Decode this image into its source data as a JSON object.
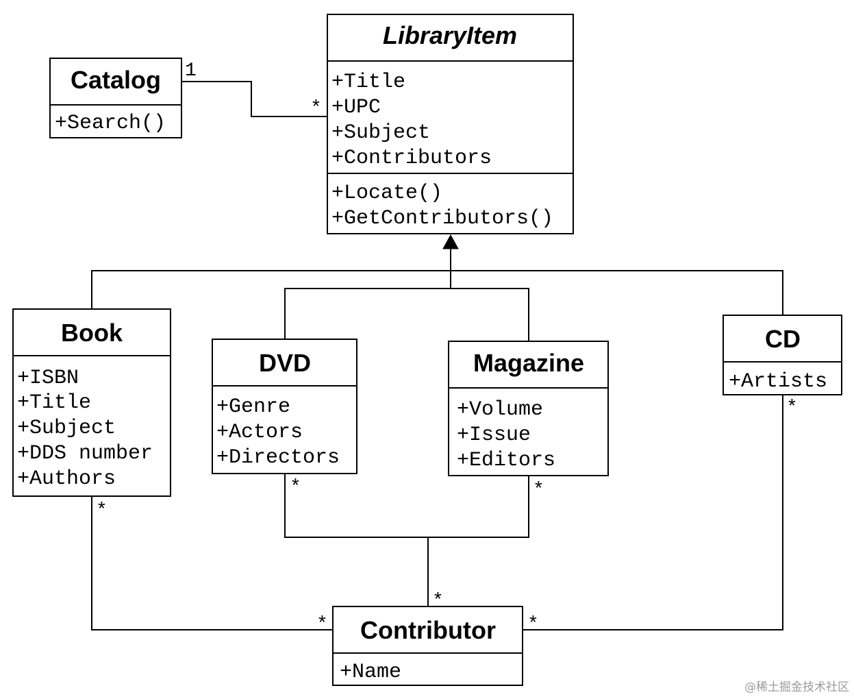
{
  "classes": {
    "library_item": {
      "name": "LibraryItem",
      "abstract": true,
      "attributes": [
        "+Title",
        "+UPC",
        "+Subject",
        "+Contributors"
      ],
      "operations": [
        "+Locate()",
        "+GetContributors()"
      ]
    },
    "catalog": {
      "name": "Catalog",
      "attributes": [],
      "operations": [
        "+Search()"
      ]
    },
    "book": {
      "name": "Book",
      "attributes": [
        "+ISBN",
        "+Title",
        "+Subject",
        "+DDS number",
        "+Authors"
      ],
      "operations": []
    },
    "dvd": {
      "name": "DVD",
      "attributes": [
        "+Genre",
        "+Actors",
        "+Directors"
      ],
      "operations": []
    },
    "magazine": {
      "name": "Magazine",
      "attributes": [
        "+Volume",
        "+Issue",
        "+Editors"
      ],
      "operations": []
    },
    "cd": {
      "name": "CD",
      "attributes": [
        "+Artists"
      ],
      "operations": []
    },
    "contributor": {
      "name": "Contributor",
      "attributes": [
        "+Name"
      ],
      "operations": []
    }
  },
  "relationships": [
    {
      "type": "association",
      "from": "Catalog",
      "to": "LibraryItem",
      "from_multiplicity": "1",
      "to_multiplicity": "*"
    },
    {
      "type": "generalization",
      "from": "Book",
      "to": "LibraryItem"
    },
    {
      "type": "generalization",
      "from": "DVD",
      "to": "LibraryItem"
    },
    {
      "type": "generalization",
      "from": "Magazine",
      "to": "LibraryItem"
    },
    {
      "type": "generalization",
      "from": "CD",
      "to": "LibraryItem"
    },
    {
      "type": "association",
      "from": "Book",
      "to": "Contributor",
      "from_multiplicity": "*",
      "to_multiplicity": "*"
    },
    {
      "type": "association",
      "from": "DVD",
      "to": "Contributor",
      "from_multiplicity": "*",
      "to_multiplicity": "*"
    },
    {
      "type": "association",
      "from": "Magazine",
      "to": "Contributor",
      "from_multiplicity": "*",
      "to_multiplicity": "*"
    },
    {
      "type": "association",
      "from": "CD",
      "to": "Contributor",
      "from_multiplicity": "*",
      "to_multiplicity": "*"
    }
  ],
  "multiplicities": {
    "catalog_end": "1",
    "libraryitem_end": "*",
    "book_end": "*",
    "dvd_end": "*",
    "magazine_end": "*",
    "cd_end": "*",
    "contributor_top": "*",
    "contributor_left": "*",
    "contributor_right": "*"
  },
  "watermark": "@稀土掘金技术社区",
  "colors": {
    "line": "#000000",
    "background": "#ffffff",
    "watermark": "#9a9a9a"
  }
}
